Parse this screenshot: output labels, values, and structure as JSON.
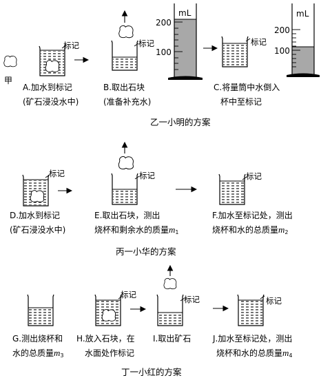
{
  "mark_label": "标记",
  "stone_label": "甲",
  "unit_ml": "mL",
  "tick_200": "200",
  "tick_100": "100",
  "sections": {
    "yi": {
      "title": "乙一小明的方案",
      "A": [
        "A.加水到标记",
        "(矿石浸没水中)"
      ],
      "B": [
        "B.取出石块",
        "(准备补充水)"
      ],
      "C": [
        "C.将量筒中水倒入",
        "杯中至标记"
      ]
    },
    "bing": {
      "title": "丙一小华的方案",
      "D": [
        "D.加水到标记",
        "(矿石浸没水中)"
      ],
      "E": [
        "E.取出石块，测出",
        "烧杯和剩余水的质量"
      ],
      "E_var": "m",
      "E_sub": "1",
      "F": [
        "F.加水至标记处，测出",
        "烧杯和水的总质量"
      ],
      "F_var": "m",
      "F_sub": "2"
    },
    "ding": {
      "title": "丁一小红的方案",
      "G": [
        "G.测出烧杯和",
        "水的总质量"
      ],
      "G_var": "m",
      "G_sub": "3",
      "H": [
        "H.放入石块，在",
        "水面处作标记"
      ],
      "I": "I.取出矿石",
      "J": [
        "J.加水至标记处，测出",
        "烧杯和水的总质量"
      ],
      "J_var": "m",
      "J_sub": "4"
    }
  }
}
